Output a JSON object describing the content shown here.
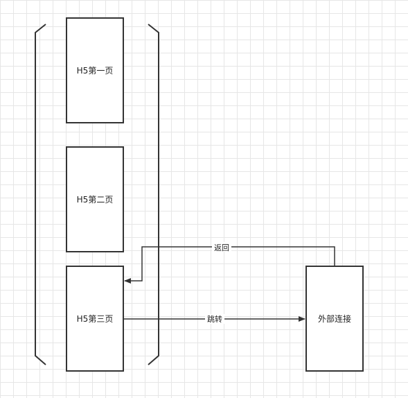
{
  "nodes": {
    "page1": {
      "label": "H5第一页"
    },
    "page2": {
      "label": "H5第二页"
    },
    "page3": {
      "label": "H5第三页"
    },
    "external": {
      "label": "外部连接"
    }
  },
  "edges": {
    "jump": {
      "label": "跳转",
      "from": "H5第三页",
      "to": "外部连接"
    },
    "back": {
      "label": "返回",
      "from": "外部连接",
      "to": "H5第三页"
    }
  },
  "colors": {
    "stroke": "#333333",
    "grid": "#e6e6e6",
    "background": "#ffffff"
  }
}
